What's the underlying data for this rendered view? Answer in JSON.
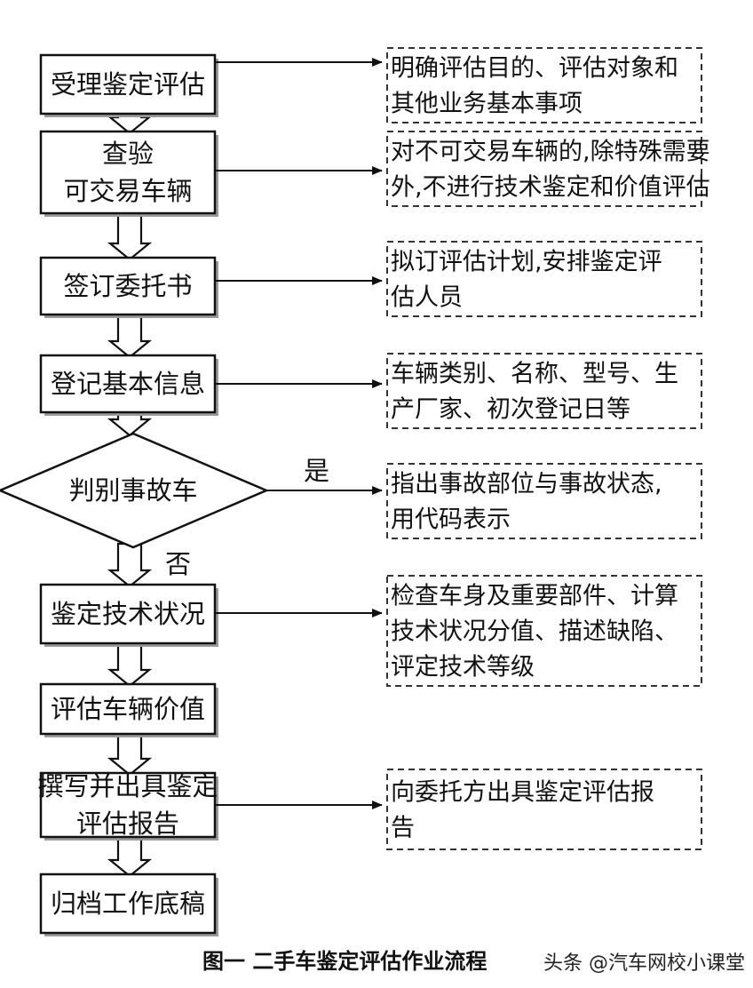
{
  "flowchart": {
    "steps": [
      {
        "id": "accept",
        "lines": [
          "受理鉴定评估"
        ]
      },
      {
        "id": "inspect",
        "lines": [
          "查验",
          "可交易车辆"
        ]
      },
      {
        "id": "sign",
        "lines": [
          "签订委托书"
        ]
      },
      {
        "id": "register",
        "lines": [
          "登记基本信息"
        ]
      },
      {
        "id": "judge",
        "lines": [
          "判别事故车"
        ]
      },
      {
        "id": "tech",
        "lines": [
          "鉴定技术状况"
        ]
      },
      {
        "id": "value",
        "lines": [
          "评估车辆价值"
        ]
      },
      {
        "id": "report",
        "lines": [
          "撰写并出具鉴定",
          "评估报告"
        ]
      },
      {
        "id": "archive",
        "lines": [
          "归档工作底稿"
        ]
      }
    ],
    "notes": [
      {
        "step": "accept",
        "lines": [
          "明确评估目的、评估对象和",
          "其他业务基本事项"
        ]
      },
      {
        "step": "inspect",
        "lines": [
          "对不可交易车辆的,除特殊需要",
          "外,不进行技术鉴定和价值评估"
        ]
      },
      {
        "step": "sign",
        "lines": [
          "拟订评估计划,安排鉴定评",
          "估人员"
        ]
      },
      {
        "step": "register",
        "lines": [
          "车辆类别、名称、型号、生",
          "产厂家、初次登记日等"
        ]
      },
      {
        "step": "judge",
        "lines": [
          "指出事故部位与事故状态,",
          "用代码表示"
        ]
      },
      {
        "step": "tech",
        "lines": [
          "检查车身及重要部件、计算",
          "技术状况分值、描述缺陷、",
          "评定技术等级"
        ]
      },
      {
        "step": "report",
        "lines": [
          "向委托方出具鉴定评估报",
          "告"
        ]
      }
    ],
    "branch_yes": "是",
    "branch_no": "否"
  },
  "caption": "图一  二手车鉴定评估作业流程",
  "watermark": "头条 @汽车网校小课堂"
}
